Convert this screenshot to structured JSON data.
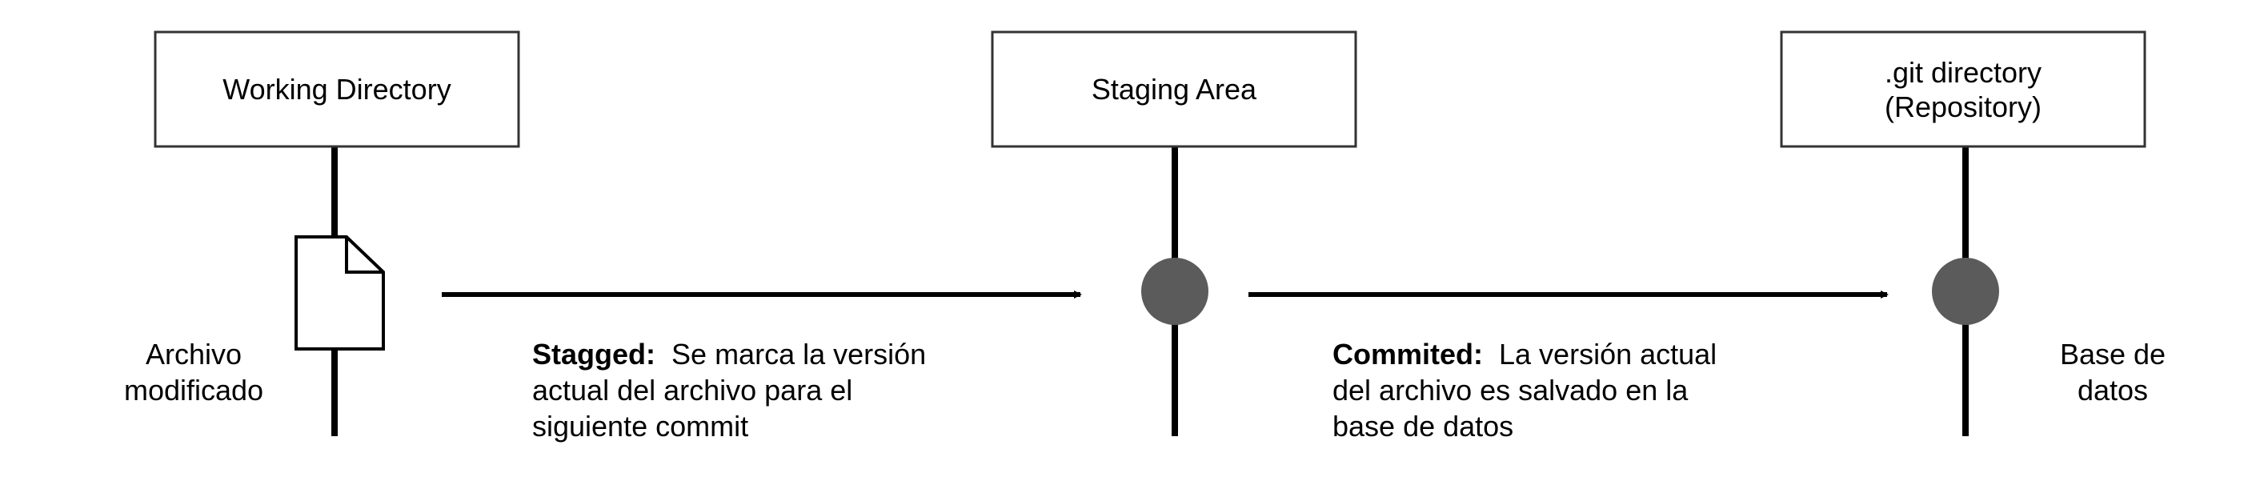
{
  "stages": [
    {
      "lines": [
        "Working Directory"
      ]
    },
    {
      "lines": [
        "Staging Area"
      ]
    },
    {
      "lines": [
        ".git directory",
        "(Repository)"
      ]
    }
  ],
  "file_label": [
    "Archivo",
    "modificado"
  ],
  "db_label": [
    "Base de",
    "datos"
  ],
  "transitions": [
    {
      "bold": "Stagged:",
      "rest": "Se marca la versión",
      "lines": [
        "actual del archivo para el",
        "siguiente commit"
      ]
    },
    {
      "bold": "Commited:",
      "rest": "La versión actual",
      "lines": [
        "del archivo es salvado en la",
        "base de datos"
      ]
    }
  ],
  "colors": {
    "line": "#000000",
    "node": "#5b5b5b",
    "box_border": "#333333"
  },
  "icons": [
    "file-icon",
    "node-dot",
    "arrow-right"
  ]
}
